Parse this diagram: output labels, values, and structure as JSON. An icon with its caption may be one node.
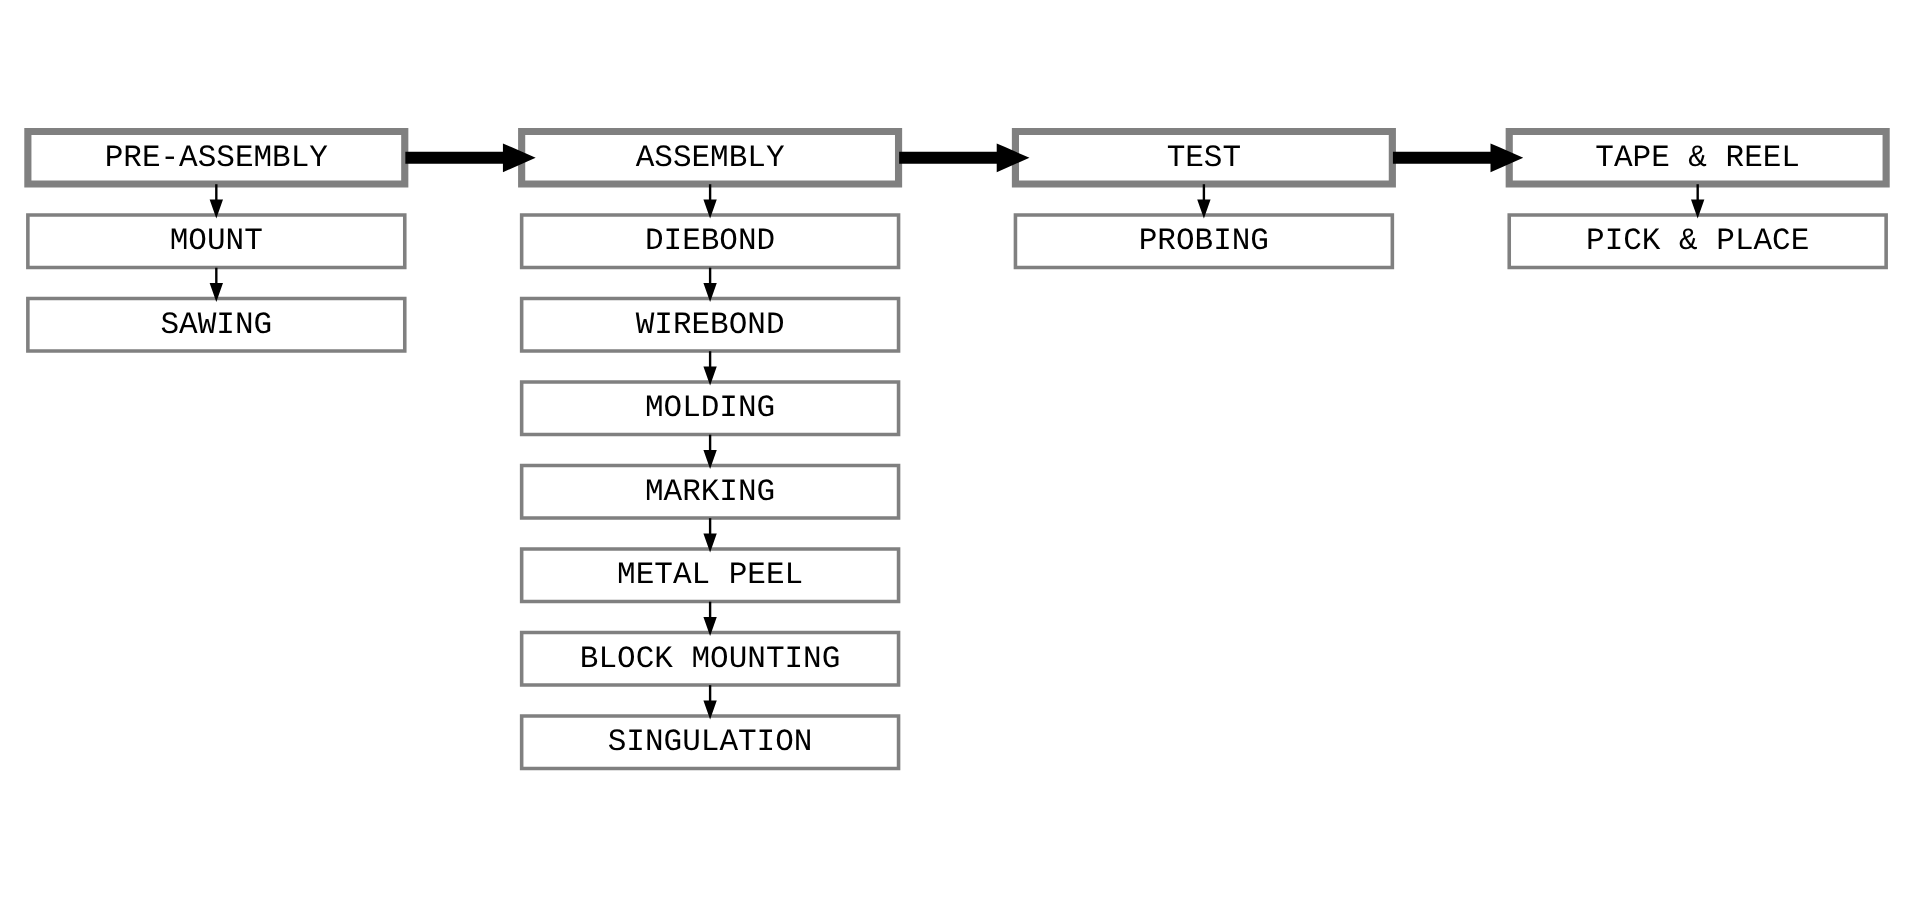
{
  "diagram": {
    "nodes": [
      {
        "text": [
          "PRE-ASSEMBLY"
        ]
      },
      {
        "text": [
          "MOUNT"
        ]
      },
      {
        "text": [
          "SAWING"
        ]
      },
      {
        "text": [
          "ASSEMBLY"
        ]
      },
      {
        "text": [
          "DIEBOND"
        ]
      },
      {
        "text": [
          "WIREBOND"
        ]
      },
      {
        "text": [
          "MOLDING"
        ]
      },
      {
        "text": [
          "MARKING"
        ]
      },
      {
        "text": [
          "METAL PEEL"
        ]
      },
      {
        "text": [
          "BLOCK MOUNTING"
        ]
      },
      {
        "text": [
          "SINGULATION"
        ]
      },
      {
        "text": [
          "TEST"
        ]
      },
      {
        "text": [
          "PROBING"
        ]
      },
      {
        "text": [
          "TAPE & REEL"
        ]
      },
      {
        "text": [
          "PICK & PLACE"
        ]
      }
    ],
    "edges": [
      {
        "from": 0,
        "to": 3,
        "arrow": "to",
        "style": "thick"
      },
      {
        "from": 3,
        "to": 11,
        "arrow": "to",
        "style": "thick"
      },
      {
        "from": 11,
        "to": 13,
        "arrow": "to",
        "style": "thick"
      },
      {
        "from": 0,
        "to": 1,
        "arrow": "to"
      },
      {
        "from": 1,
        "to": 2,
        "arrow": "to"
      },
      {
        "from": 3,
        "to": 4,
        "arrow": "to"
      },
      {
        "from": 4,
        "to": 5,
        "arrow": "to"
      },
      {
        "from": 5,
        "to": 6,
        "arrow": "to"
      },
      {
        "from": 6,
        "to": 7,
        "arrow": "to"
      },
      {
        "from": 7,
        "to": 8,
        "arrow": "to"
      },
      {
        "from": 8,
        "to": 9,
        "arrow": "to"
      },
      {
        "from": 9,
        "to": 10,
        "arrow": "to"
      },
      {
        "from": 11,
        "to": 12,
        "arrow": "to"
      },
      {
        "from": 13,
        "to": 14,
        "arrow": "to"
      }
    ]
  }
}
